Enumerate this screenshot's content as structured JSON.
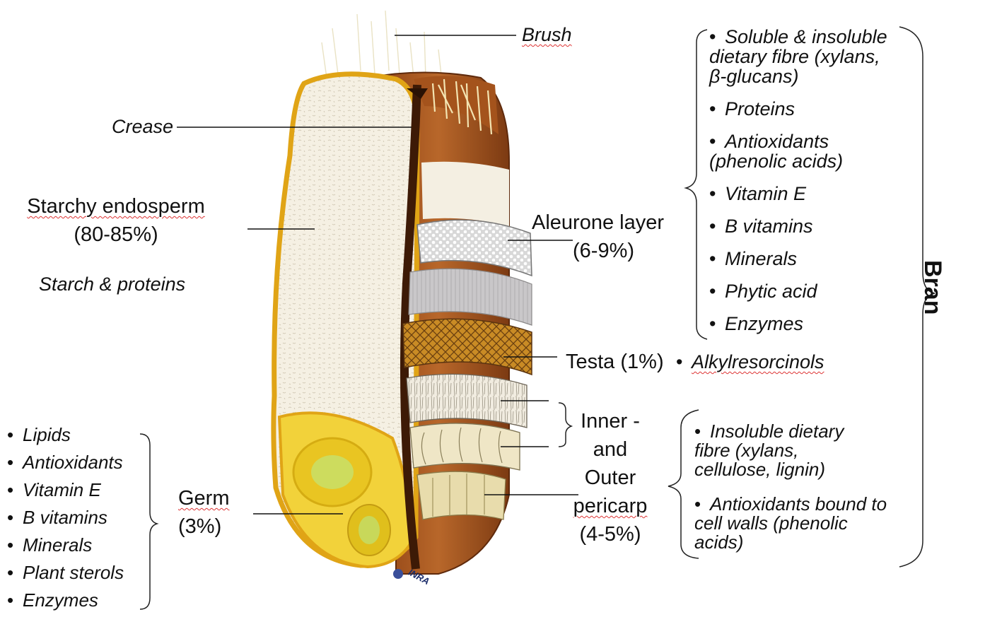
{
  "labels": {
    "brush": "Brush",
    "crease": "Crease",
    "endosperm_title": "Starchy endosperm",
    "endosperm_pct": "(80-85%)",
    "endosperm_sub": "Starch & proteins",
    "aleurone_title": "Aleurone layer",
    "aleurone_pct": "(6-9%)",
    "testa": "Testa (1%)",
    "testa_item": "Alkylresorcinols",
    "pericarp_lines": [
      "Inner -",
      "and",
      "Outer",
      "pericarp",
      "(4-5%)"
    ],
    "germ_title": "Germ",
    "germ_pct": "(3%)",
    "bran": "Bran",
    "credit": "INRA"
  },
  "bran_items": [
    "Soluble & insoluble dietary fibre (xylans, β-glucans)",
    "Proteins",
    "Antioxidants (phenolic acids)",
    "Vitamin E",
    "B vitamins",
    "Minerals",
    "Phytic acid",
    "Enzymes"
  ],
  "pericarp_items": [
    "Insoluble dietary fibre (xylans, cellulose, lignin)",
    "Antioxidants bound to cell walls (phenolic acids)"
  ],
  "germ_items": [
    "Lipids",
    "Antioxidants",
    "Vitamin E",
    "B vitamins",
    "Minerals",
    "Plant sterols",
    "Enzymes"
  ],
  "colors": {
    "endosperm": "#f4efe2",
    "grain_outline": "#e0a416",
    "pericarp_brown": "#a4531c",
    "germ_yellow": "#f2d23a",
    "testa_brown": "#b47a22"
  }
}
